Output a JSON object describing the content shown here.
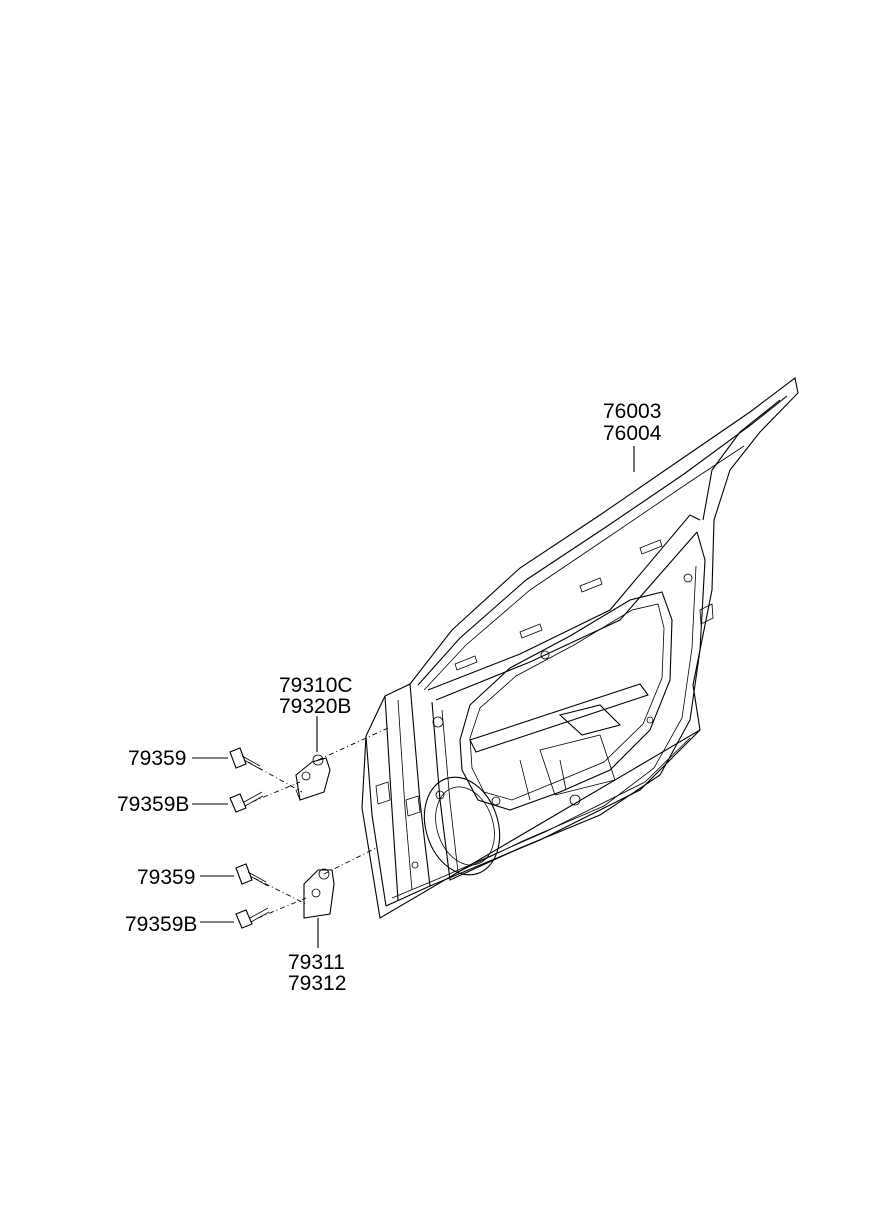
{
  "labels": {
    "door_panel": [
      "76003",
      "76004"
    ],
    "upper_hinge": [
      "79310C",
      "79320B"
    ],
    "upper_bolt": "79359",
    "upper_bolt_b": "79359B",
    "lower_bolt": "79359",
    "lower_bolt_b": "79359B",
    "lower_hinge": [
      "79311",
      "79312"
    ]
  }
}
